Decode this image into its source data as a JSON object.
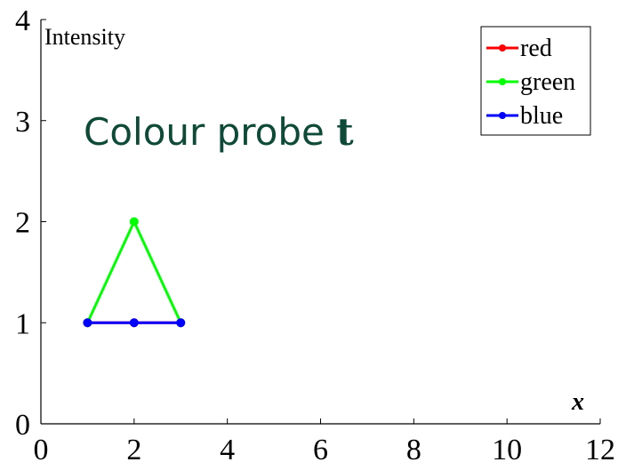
{
  "chart_data": {
    "type": "line",
    "title": "",
    "xlabel": "x",
    "ylabel": "Intensity",
    "xlim": [
      0,
      12
    ],
    "ylim": [
      0,
      4
    ],
    "xticks": [
      0,
      2,
      4,
      6,
      8,
      10,
      12
    ],
    "yticks": [
      0,
      1,
      2,
      3,
      4
    ],
    "grid": false,
    "legend_position": "top-right",
    "annotation": {
      "text": "Colour probe ",
      "bold_suffix": "t"
    },
    "series": [
      {
        "name": "red",
        "color": "#ff0000",
        "x": [
          1,
          2,
          3
        ],
        "y": [
          1,
          1,
          1
        ]
      },
      {
        "name": "green",
        "color": "#00ff00",
        "x": [
          1,
          2,
          3
        ],
        "y": [
          1,
          2,
          1
        ]
      },
      {
        "name": "blue",
        "color": "#0000ff",
        "x": [
          1,
          2,
          3
        ],
        "y": [
          1,
          1,
          1
        ]
      }
    ]
  }
}
